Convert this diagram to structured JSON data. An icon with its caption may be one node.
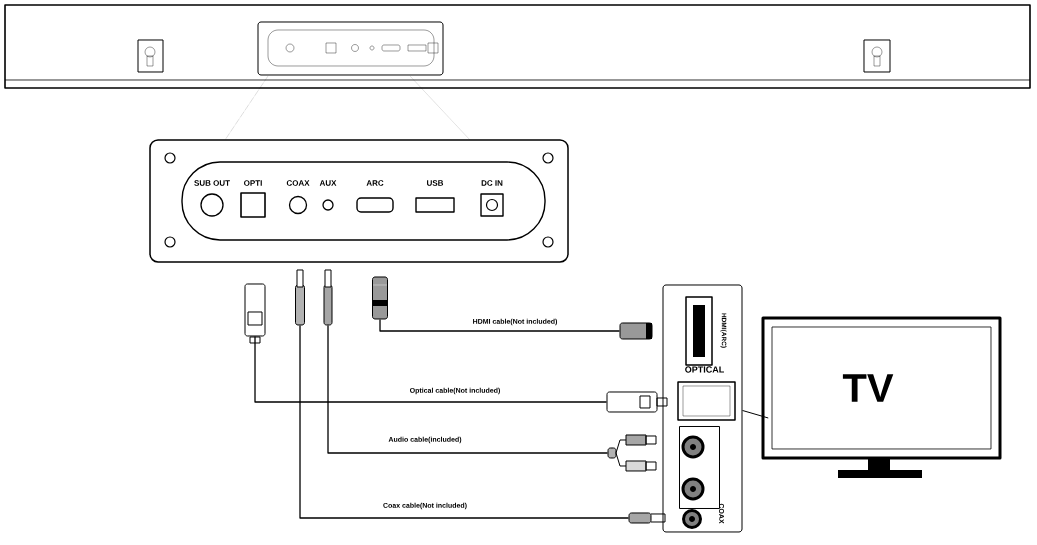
{
  "diagram": {
    "nodes": [
      {
        "text": [
          "SUB OUT"
        ]
      },
      {
        "text": [
          "OPTI"
        ]
      },
      {
        "text": [
          "COAX"
        ]
      },
      {
        "text": [
          "AUX"
        ]
      },
      {
        "text": [
          "ARC"
        ]
      },
      {
        "text": [
          "USB"
        ]
      },
      {
        "text": [
          "DC IN"
        ]
      },
      {
        "text": [],
        "shape": "plug"
      },
      {
        "text": [],
        "shape": "plug"
      },
      {
        "text": [],
        "shape": "plug"
      },
      {
        "text": [],
        "shape": "plug"
      },
      {
        "text": [],
        "shape": "box"
      },
      {
        "text": [
          "HDMI(ARC)"
        ],
        "in": 11
      },
      {
        "text": [
          "OPTICAL"
        ],
        "in": 11
      },
      {
        "text": [],
        "shape": "box",
        "in": 11
      },
      {
        "text": [
          "COAX"
        ],
        "in": 11
      },
      {
        "text": [
          "TV"
        ]
      },
      {
        "text": [],
        "shape": "plug"
      },
      {
        "text": [],
        "shape": "plug"
      },
      {
        "text": [],
        "shape": "plug"
      },
      {
        "text": [],
        "shape": "plug"
      }
    ],
    "edges": [
      {
        "from": 10,
        "to": 17,
        "arrow": "none",
        "label": "HDMI cable(Not included)"
      },
      {
        "from": 7,
        "to": 18,
        "arrow": "none",
        "label": "Optical cable(Not included)"
      },
      {
        "from": 9,
        "to": 19,
        "arrow": "none",
        "label": "Audio cable(included)"
      },
      {
        "from": 8,
        "to": 20,
        "arrow": "none",
        "label": "Coax cable(Not included)"
      },
      {
        "from": 11,
        "to": 16,
        "arrow": "none"
      }
    ]
  }
}
